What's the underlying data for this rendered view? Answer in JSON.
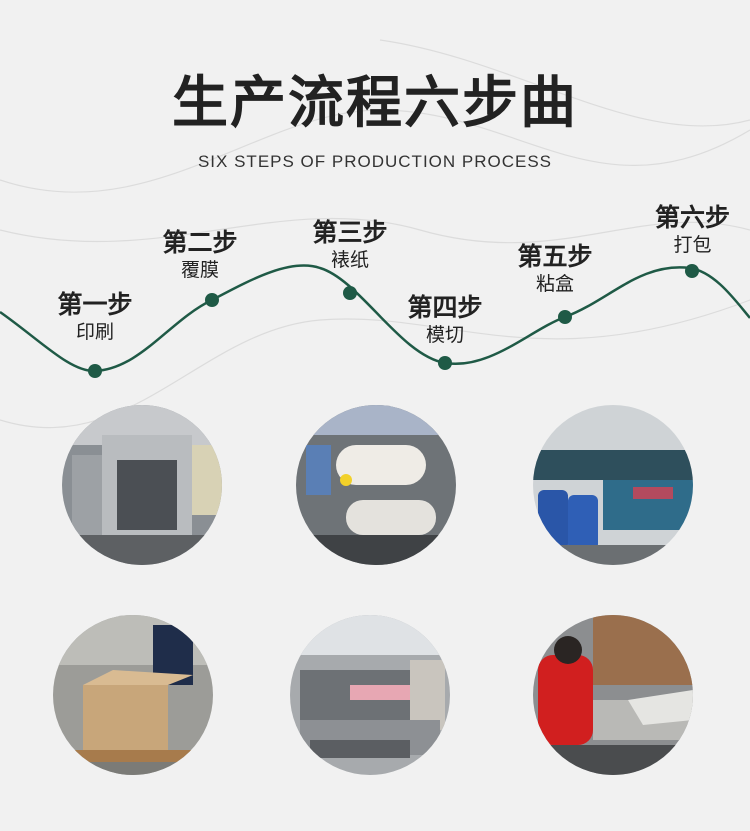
{
  "header": {
    "title": "生产流程六步曲",
    "subtitle": "SIX STEPS OF PRODUCTION PROCESS"
  },
  "steps": [
    {
      "num": "第一步",
      "name": "印刷"
    },
    {
      "num": "第二步",
      "name": "覆膜"
    },
    {
      "num": "第三步",
      "name": "裱纸"
    },
    {
      "num": "第四步",
      "name": "模切"
    },
    {
      "num": "第五步",
      "name": "粘盒"
    },
    {
      "num": "第六步",
      "name": "打包"
    }
  ],
  "colors": {
    "wave": "#1f5a46",
    "background": "#f1f1f1",
    "faint_lines": "#d9d9d9"
  }
}
